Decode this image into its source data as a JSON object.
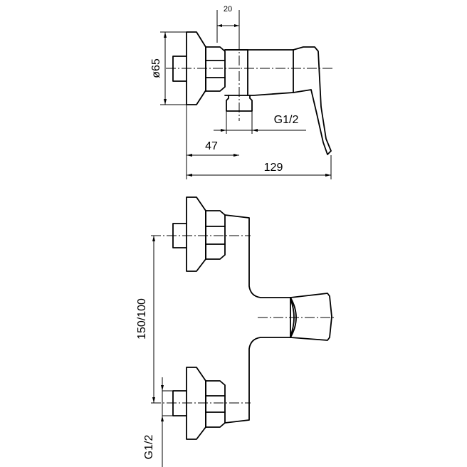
{
  "dimensions": {
    "offset": "20",
    "diameter": "ø65",
    "thread_top": "G1/2",
    "depth": "47",
    "total_length": "129",
    "center_distance": "150/100",
    "thread_bottom": "G1/2"
  }
}
